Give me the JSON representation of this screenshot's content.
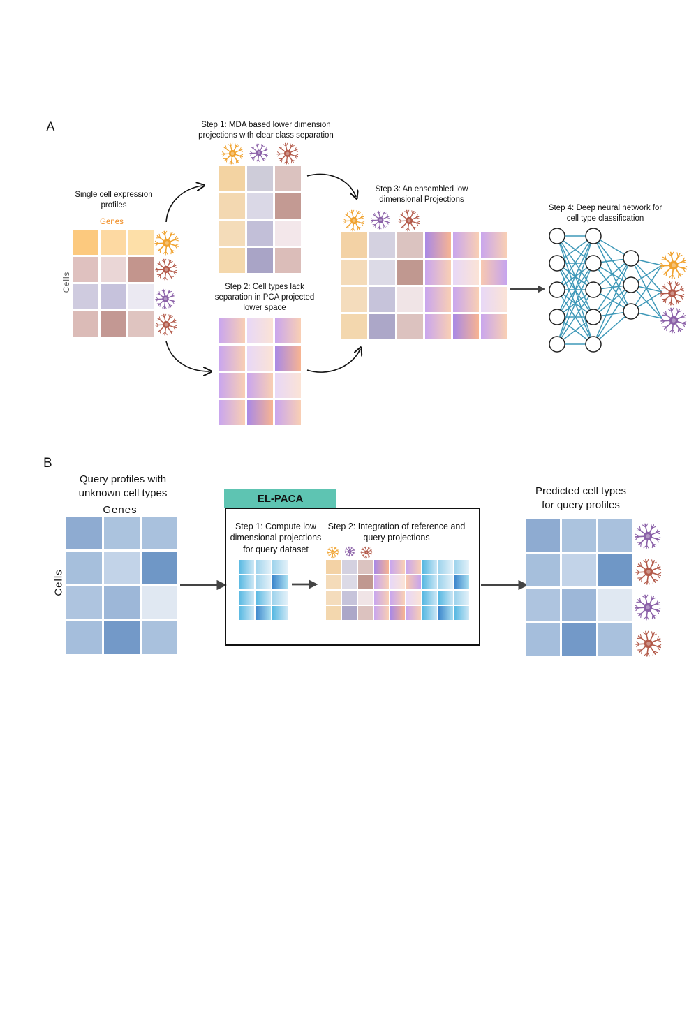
{
  "panel_a": {
    "label": "A",
    "input_title": "Single cell expression\nprofiles",
    "genes_label": "Genes",
    "cells_label": "Cells",
    "step1": "Step 1: MDA based lower dimension\nprojections with clear class separation",
    "step2": "Step 2: Cell types lack\nseparation in PCA  projected\nlower space",
    "step3": "Step 3: An ensembled low\ndimensional Projections",
    "step4": "Step 4: Deep neural network for\ncell type classification"
  },
  "panel_b": {
    "label": "B",
    "query_title": "Query profiles with\nunknown cell types",
    "genes_label": "Genes",
    "cells_label": "Cells",
    "box_title": "EL-PACA",
    "step1": "Step 1: Compute low\ndimensional projections\nfor query dataset",
    "step2": "Step 2: Integration of reference and\nquery projections",
    "output_title": "Predicted cell types\nfor query profiles"
  },
  "colors": {
    "orange_cell": "#f0a22e",
    "purple_cell": "#8b61a8",
    "red_cell": "#b35a4a",
    "el_paca_tab": "#5ec4b2",
    "network_edge": "#3e98b8",
    "genes_label": "#f08a1e"
  }
}
